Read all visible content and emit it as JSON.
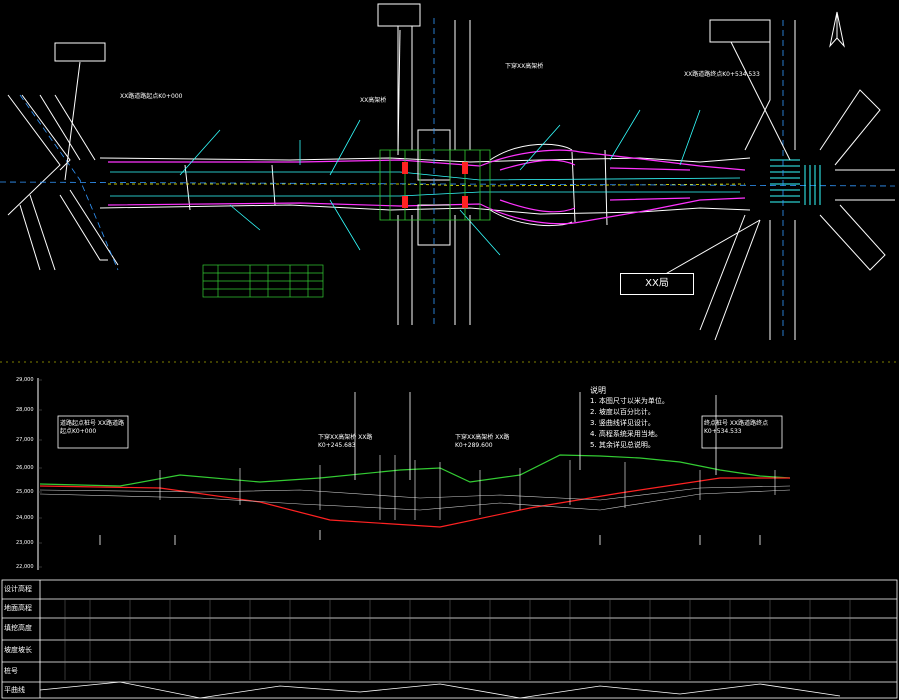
{
  "plan": {
    "callout_label": "XX局",
    "north_arrow": "north-arrow-icon",
    "start_station": "XX路道路起点K0+000",
    "end_station": "XX路道路终点K0+534.533",
    "bridge_label_1": "下穿XX高架桥",
    "bridge_label_2": "XX高架桥"
  },
  "profile": {
    "axis_ticks": [
      "29,000",
      "28,000",
      "27,000",
      "26,000",
      "25,000",
      "24,000",
      "23,000",
      "22,000"
    ],
    "start_label": "道路起点桩号 XX路道路起点K0+000",
    "end_label": "终点桩号 XX路道路终点K0+534.533",
    "bridge_callout_1": "下穿XX高架桥 XX路K0+245.683",
    "bridge_callout_2": "下穿XX高架桥 XX路K0+289.600",
    "notes_title": "说明",
    "notes": [
      "1. 本图尺寸以米为单位。",
      "2. 坡度以百分比计。",
      "3. 竖曲线详见设计。",
      "4. 高程系统采用当地。",
      "5. 其余详见总说明。"
    ]
  },
  "table": {
    "rows": [
      "设计高程",
      "地面高程",
      "填挖高度",
      "坡度坡长",
      "桩号",
      "平曲线"
    ]
  },
  "colors": {
    "road": "#ffffff",
    "centerline": "#3399ff",
    "magenta": "#ff33ff",
    "cyan": "#33ffff",
    "green": "#33cc33",
    "red": "#ff2222",
    "yellow": "#ffff00"
  }
}
